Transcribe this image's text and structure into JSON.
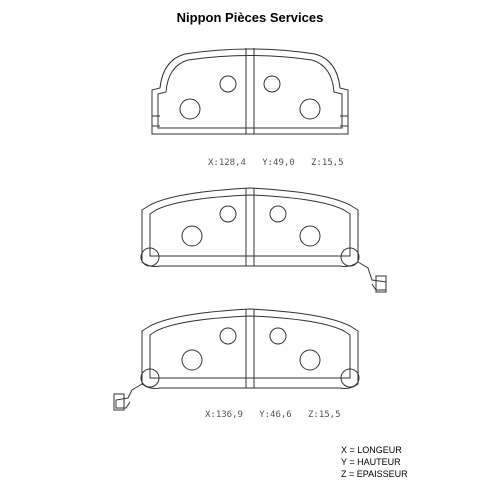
{
  "title": "Nippon Pièces Services",
  "dimensions_top": {
    "x": "X:128,4",
    "y": "Y:49,0",
    "z": "Z:15,5"
  },
  "dimensions_bottom": {
    "x": "X:136,9",
    "y": "Y:46,6",
    "z": "Z:15,5"
  },
  "legend": [
    "X = LONGEUR",
    "Y = HAUTEUR",
    "Z = EPAISSEUR"
  ],
  "colors": {
    "line": "#333333",
    "text": "#000000"
  }
}
